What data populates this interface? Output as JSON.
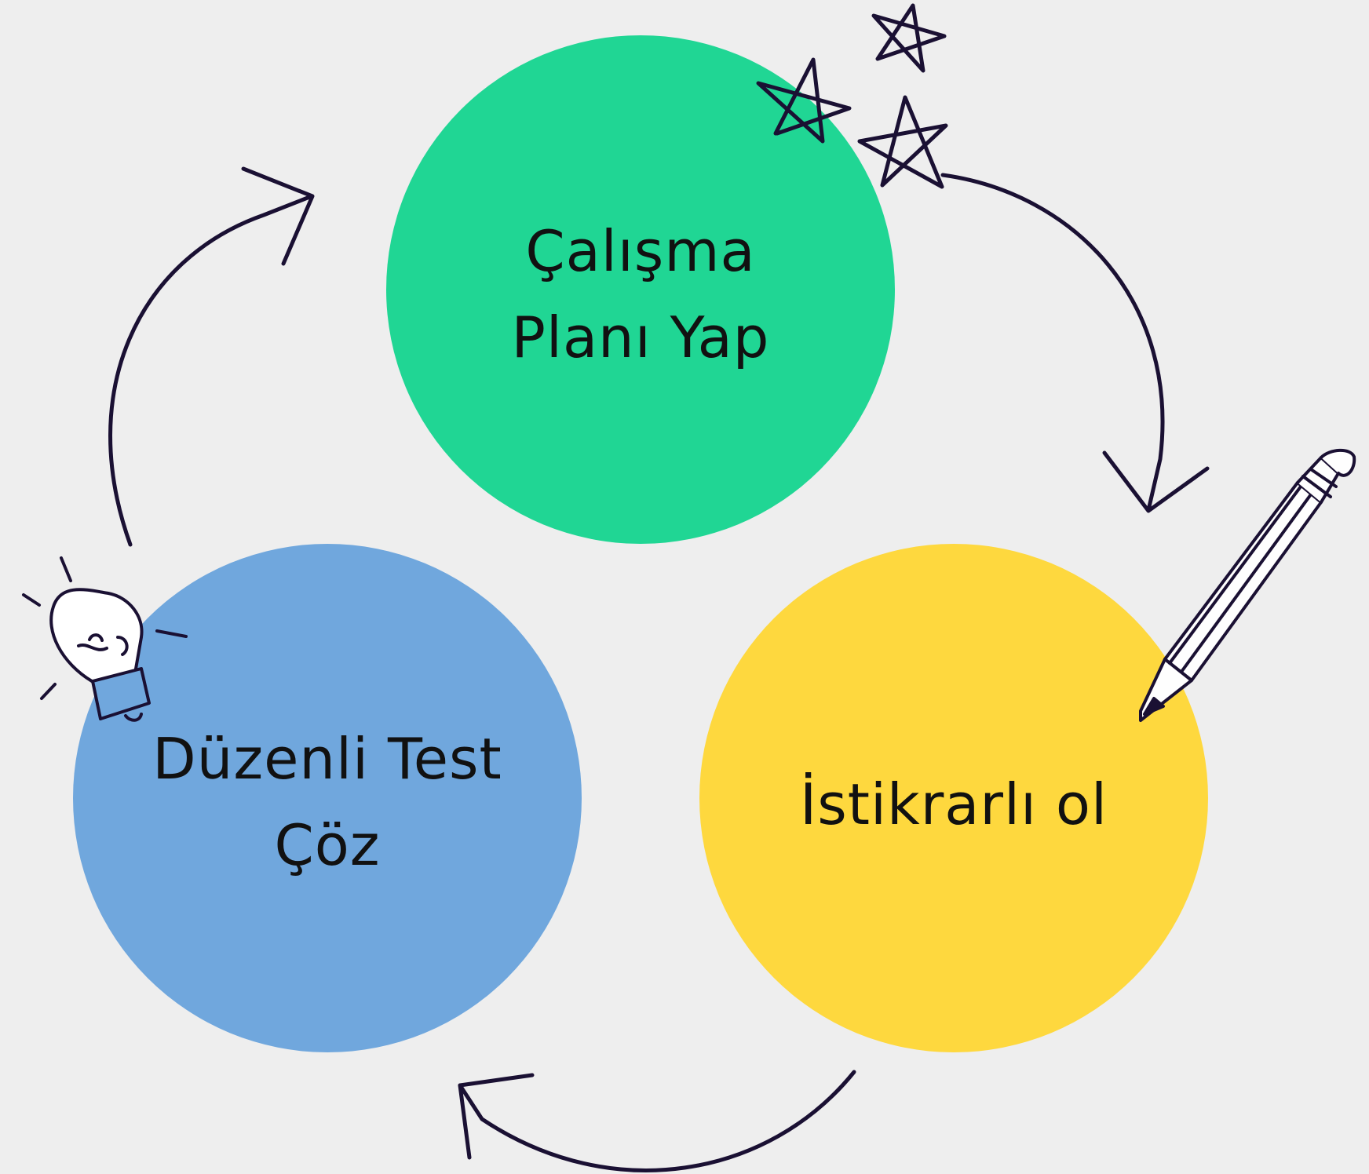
{
  "colors": {
    "background": "#eeeeee",
    "green": "#20d694",
    "yellow": "#fed83e",
    "blue": "#70a7dd",
    "ink": "#1a1033"
  },
  "nodes": {
    "green": {
      "line1": "Çalışma",
      "line2": "Planı Yap"
    },
    "yellow": {
      "line1": "İstikrarlı ol"
    },
    "blue": {
      "line1": "Düzenli Test",
      "line2": "Çöz"
    }
  },
  "icons": {
    "stars": "stars-icon",
    "pencil": "pencil-icon",
    "lightbulb": "lightbulb-icon",
    "arrow": "curved-arrow"
  }
}
